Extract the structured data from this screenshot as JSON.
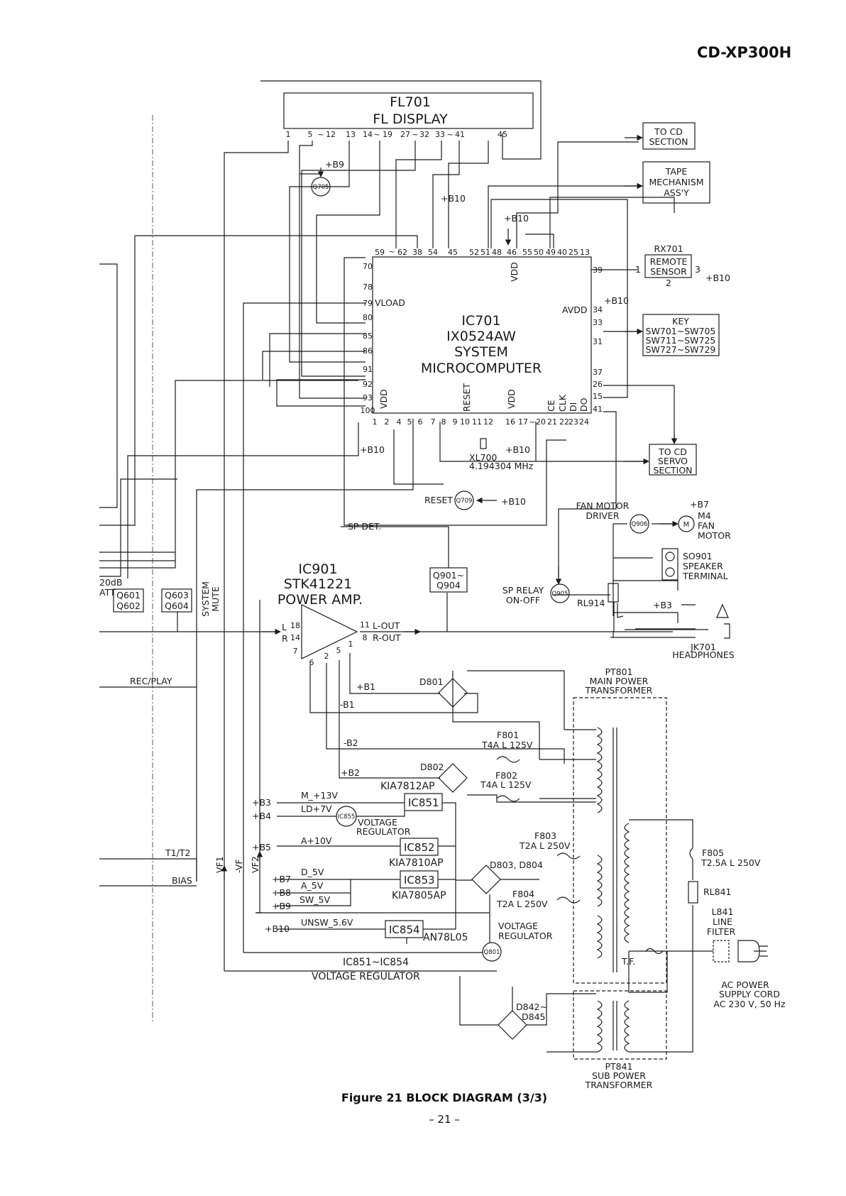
{
  "header": {
    "model": "CD-XP300H"
  },
  "caption": "Figure 21 BLOCK DIAGRAM (3/3)",
  "page_number": "– 21 –",
  "display": {
    "ref": "FL701",
    "name": "FL DISPLAY",
    "pins": [
      "1",
      "5",
      "~",
      "12",
      "13",
      "14",
      "~",
      "19",
      "27",
      "~",
      "32",
      "33",
      "~",
      "41",
      "45"
    ]
  },
  "microcomputer": {
    "ref": "IC701",
    "part": "IX0524AW",
    "line1": "SYSTEM",
    "line2": "MICROCOMPUTER",
    "vload": "VLOAD",
    "avdd": "AVDD",
    "vdd": "VDD",
    "reset": "RESET",
    "ce": "CE",
    "clk": "CLK",
    "di": "DI",
    "do": "DO",
    "top_pins": [
      "59",
      "~",
      "62",
      "38",
      "54",
      "45",
      "52",
      "51",
      "48",
      "46",
      "55",
      "50",
      "49",
      "40",
      "25",
      "13"
    ],
    "left_pins": [
      "70",
      "78",
      "79",
      "80",
      "85",
      "86",
      "91",
      "92",
      "93",
      "100"
    ],
    "right_pins": [
      "39",
      "34",
      "33",
      "31",
      "37",
      "26",
      "15",
      "41"
    ],
    "bottom_pins": [
      "1",
      "2",
      "4",
      "5",
      "6",
      "7",
      "8",
      "9",
      "10",
      "11",
      "12",
      "16",
      "17",
      "~",
      "20",
      "21",
      "22",
      "23",
      "24"
    ]
  },
  "crystal": {
    "ref": "XL700",
    "freq": "4.194304 MHz"
  },
  "supplies": {
    "b9": "+B9",
    "b10": "+B10",
    "b7": "+B7",
    "b3": "+B3",
    "b1": "+B1",
    "nb1": "-B1",
    "nb2": "-B2",
    "b2": "+B2",
    "b4": "+B4",
    "b5": "+B5",
    "b8": "+B8"
  },
  "blocks": {
    "to_cd_section": [
      "TO CD",
      "SECTION"
    ],
    "tape": [
      "TAPE",
      "MECHANISM",
      "ASS'Y"
    ],
    "rx701": "RX701",
    "remote": [
      "REMOTE",
      "SENSOR"
    ],
    "rx_pin1": "1",
    "rx_pin2": "2",
    "rx_pin3": "3",
    "key": [
      "KEY",
      "SW701~SW705",
      "SW711~SW725",
      "SW727~SW729"
    ],
    "to_cd_servo": [
      "TO CD",
      "SERVO",
      "SECTION"
    ],
    "reset_label": "RESET",
    "q709": "Q709",
    "q705": "Q705",
    "fan_driver": [
      "FAN MOTOR",
      "DRIVER"
    ],
    "q906": "Q906",
    "m4": [
      "M4",
      "FAN",
      "MOTOR"
    ],
    "m": "M",
    "so901": [
      "SO901",
      "SPEAKER",
      "TERMINAL"
    ],
    "sp_relay": [
      "SP RELAY",
      "ON-OFF"
    ],
    "q905": "Q905",
    "rl914": "RL914",
    "jk701": [
      "JK701",
      "HEADPHONES"
    ],
    "sp_det": "SP DET.",
    "q901": [
      "Q901~",
      "Q904"
    ],
    "amp": [
      "IC901",
      "STK41221",
      "POWER AMP."
    ],
    "amp_l": "L",
    "amp_r": "R",
    "amp_pins": [
      "18",
      "14",
      "7",
      "6",
      "2",
      "5",
      "1",
      "11",
      "8"
    ],
    "lout": "L-OUT",
    "rout": "R-OUT",
    "q601": [
      "Q601",
      "Q602"
    ],
    "q603": [
      "Q603",
      "Q604"
    ],
    "system_mute": [
      "SYSTEM",
      "MUTE"
    ],
    "att": [
      "20dB",
      "ATT"
    ],
    "rec_play": "REC/PLAY",
    "t1t2": "T1/T2",
    "bias": "BIAS",
    "vf1": "VF1",
    "nvf": "-VF",
    "vf2": "VF2"
  },
  "power": {
    "d801": "D801",
    "d802": "D802",
    "d803": "D803, D804",
    "d842": [
      "D842~",
      "D845"
    ],
    "f801": [
      "F801",
      "T4A L 125V"
    ],
    "f802": [
      "F802",
      "T4A L 125V"
    ],
    "f803": [
      "F803",
      "T2A L 250V"
    ],
    "f804": [
      "F804",
      "T2A L 250V"
    ],
    "f805": [
      "F805",
      "T2.5A L 250V"
    ],
    "ic851": "IC851",
    "kia7812": "KIA7812AP",
    "ic855": "IC855",
    "vreg1": [
      "VOLTAGE",
      "REGULATOR"
    ],
    "ic852": "IC852",
    "kia7810": "KIA7810AP",
    "ic853": "IC853",
    "kia7805": "KIA7805AP",
    "ic854": "IC854",
    "an78l05": "AN78L05",
    "q801": "Q801",
    "vreg2": [
      "VOLTAGE",
      "REGULATOR"
    ],
    "vreg_all": [
      "IC851~IC854",
      "VOLTAGE REGULATOR"
    ],
    "rails": [
      "M_+13V",
      "LD+7V",
      "A+10V",
      "D_5V",
      "A_5V",
      "SW_5V",
      "UNSW_5.6V"
    ],
    "pt801": [
      "PT801",
      "MAIN POWER",
      "TRANSFORMER"
    ],
    "pt841": [
      "PT841",
      "SUB POWER",
      "TRANSFORMER"
    ],
    "rl841": "RL841",
    "l841": [
      "L841",
      "LINE",
      "FILTER"
    ],
    "tf": "T.F.",
    "ac": [
      "AC POWER",
      "SUPPLY CORD",
      "AC 230 V, 50 Hz"
    ]
  }
}
